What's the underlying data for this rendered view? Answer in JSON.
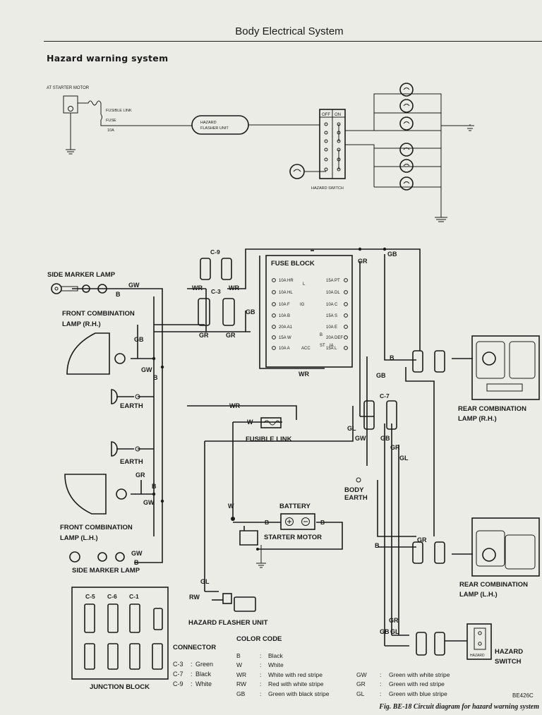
{
  "page": {
    "header": "Body Electrical System",
    "section_title": "Hazard warning system",
    "figure_caption": "Fig. BE-18  Circuit diagram for hazard warning system",
    "figure_code": "BE426C"
  },
  "schematic": {
    "at_starter_motor": "AT STARTER MOTOR",
    "fusible_link": "FUSIBLE LINK",
    "fuse": "FUSE",
    "fuse_rating": "10A",
    "flasher_unit_line1": "HAZARD",
    "flasher_unit_line2": "FLASHER UNIT",
    "switch_off": "OFF",
    "switch_on": "ON",
    "hazard_switch": "HAZARD SWITCH"
  },
  "wiring": {
    "side_marker_lamp_top": "SIDE MARKER LAMP",
    "front_combo_rh_1": "FRONT COMBINATION",
    "front_combo_rh_2": "LAMP (R.H.)",
    "earth_1": "EARTH",
    "earth_2": "EARTH",
    "front_combo_lh_1": "FRONT COMBINATION",
    "front_combo_lh_2": "LAMP (L.H.)",
    "side_marker_lamp_bottom": "SIDE MARKER LAMP",
    "fuse_block": "FUSE BLOCK",
    "fusible_link": "FUSIBLE LINK",
    "battery": "BATTERY",
    "starter_motor": "STARTER MOTOR",
    "body_earth_1": "BODY",
    "body_earth_2": "EARTH",
    "rear_combo_rh_1": "REAR COMBINATION",
    "rear_combo_rh_2": "LAMP (R.H.)",
    "rear_combo_lh_1": "REAR COMBINATION",
    "rear_combo_lh_2": "LAMP (L.H.)",
    "hazard_flasher_unit": "HAZARD FLASHER UNIT",
    "hazard_switch_1": "HAZARD",
    "hazard_switch_2": "SWITCH",
    "hazard_switch_face": "HAZARD",
    "junction_block": "JUNCTION BLOCK",
    "conn_c5": "C-5",
    "conn_c6": "C-6",
    "conn_c1": "C-1",
    "conn_c9": "C-9",
    "conn_c3": "C-3",
    "conn_c7": "C-7"
  },
  "wire_labels": {
    "gw": "GW",
    "gb": "GB",
    "b": "B",
    "wr": "WR",
    "gr": "GR",
    "w": "W",
    "gl": "GL",
    "rw": "RW"
  },
  "fuse_block_labels": {
    "left": [
      "10A HR",
      "10A HL",
      "10A F",
      "10A B",
      "20A A1",
      "15A W",
      "10A A"
    ],
    "right": [
      "15A PT",
      "10A DL",
      "10A C",
      "15A S",
      "10A E",
      "20A DEF",
      "15A L"
    ],
    "mid": [
      "L",
      "IG",
      "B",
      "ST",
      "IA",
      "ACC"
    ]
  },
  "connector_legend": {
    "title": "CONNECTOR",
    "rows": [
      {
        "code": "C-3",
        "color": "Green"
      },
      {
        "code": "C-7",
        "color": "Black"
      },
      {
        "code": "C-9",
        "color": "White"
      }
    ]
  },
  "color_code": {
    "title": "COLOR CODE",
    "left": [
      {
        "code": "B",
        "desc": "Black"
      },
      {
        "code": "W",
        "desc": "White"
      },
      {
        "code": "WR",
        "desc": "White with red stripe"
      },
      {
        "code": "RW",
        "desc": "Red with white stripe"
      },
      {
        "code": "GB",
        "desc": "Green with black stripe"
      }
    ],
    "right": [
      {
        "code": "GW",
        "desc": "Green with white stripe"
      },
      {
        "code": "GR",
        "desc": "Green with red stripe"
      },
      {
        "code": "GL",
        "desc": "Green with blue stripe"
      }
    ]
  }
}
